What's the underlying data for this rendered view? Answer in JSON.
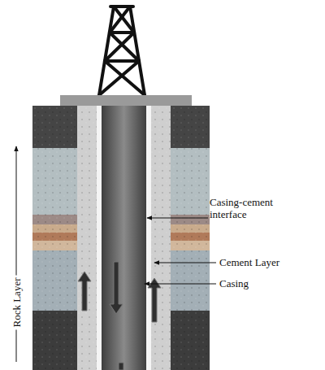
{
  "diagram": {
    "labels": [
      "Rock Layer",
      "Casing-cement interface",
      "Cement Layer",
      "Casing"
    ]
  }
}
